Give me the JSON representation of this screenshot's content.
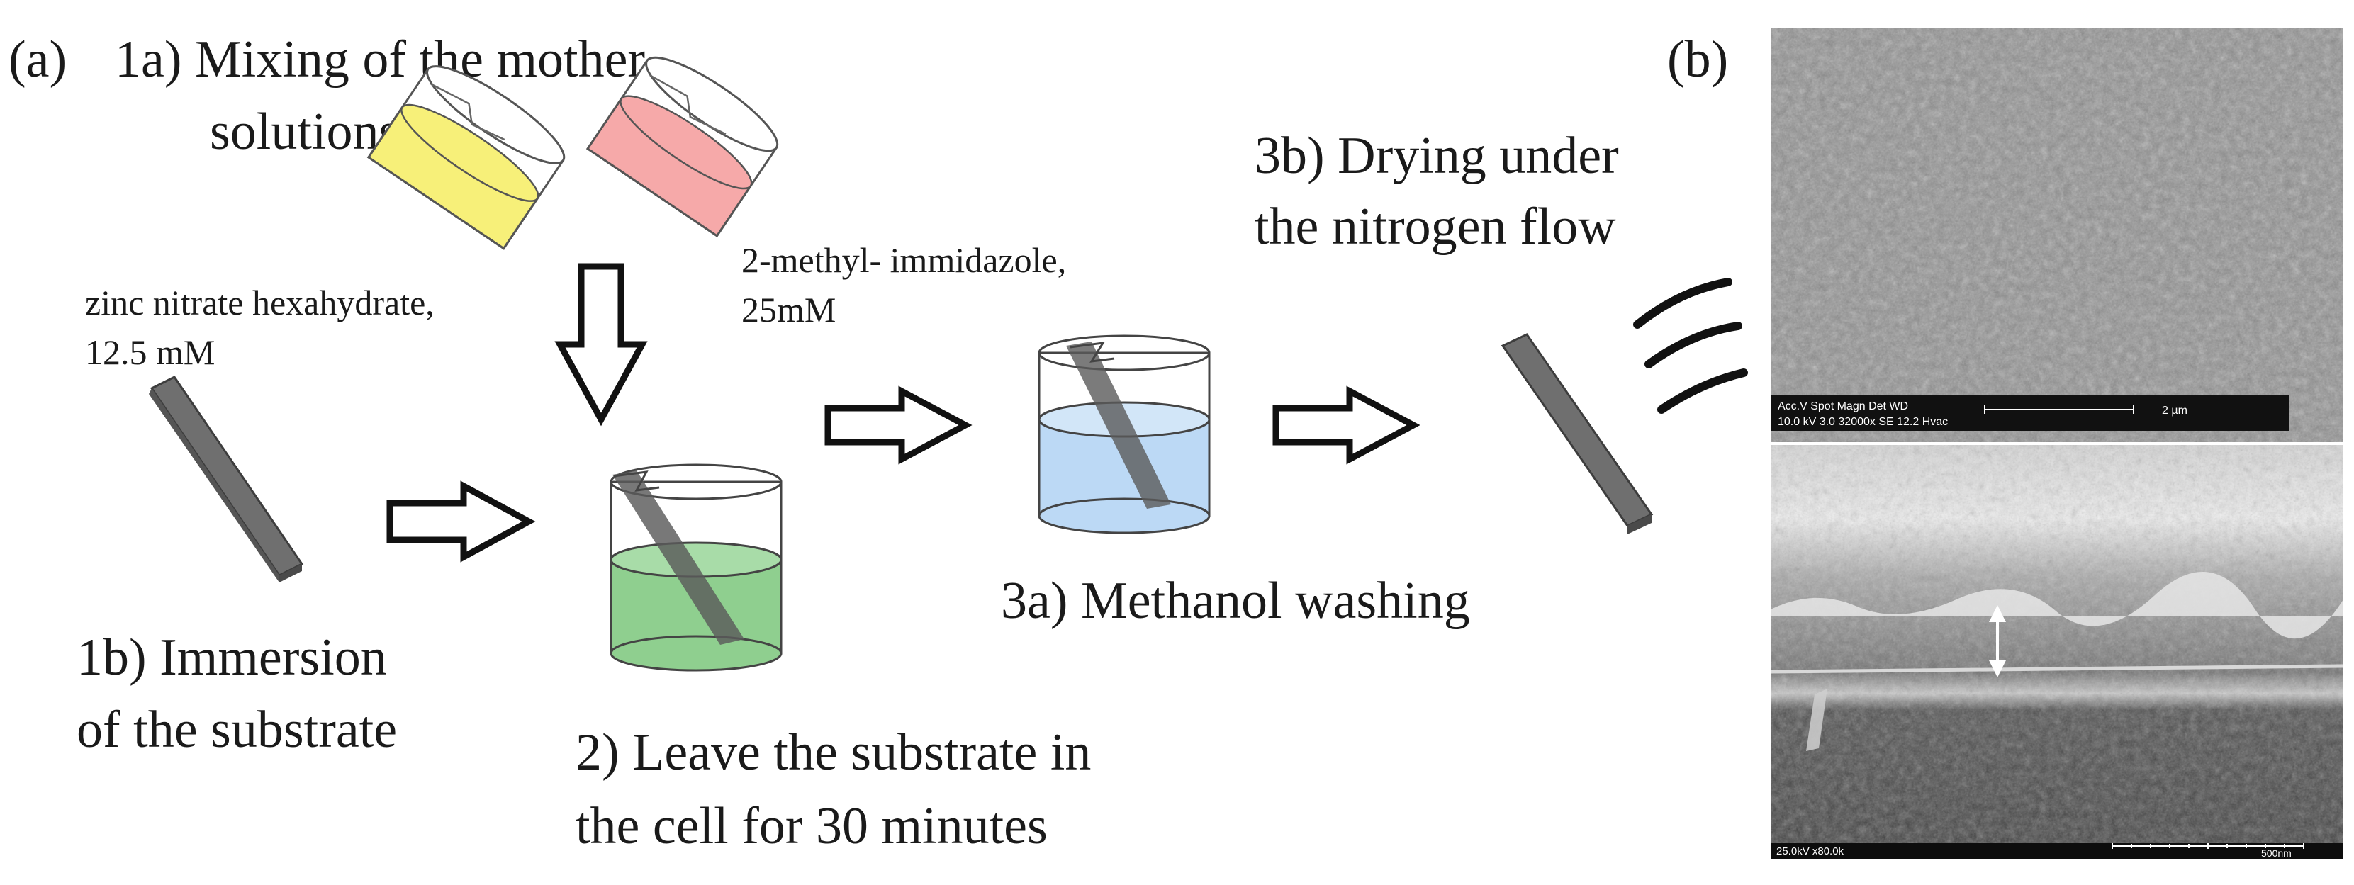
{
  "panel_a": {
    "label": "(a)",
    "step_1a": {
      "line1": "1a) Mixing of the mother",
      "line2": "solutions"
    },
    "reagent_zinc": {
      "line1": "zinc nitrate hexahydrate,",
      "line2": "12.5 mM"
    },
    "reagent_methyl": {
      "line1": "2-methyl- immidazole,",
      "line2": "25mM"
    },
    "step_1b": {
      "line1": "1b) Immersion",
      "line2": "of the substrate"
    },
    "step_2": {
      "line1": "2) Leave the substrate in",
      "line2": "the cell for 30 minutes"
    },
    "step_3a": {
      "line1": "3a) Methanol washing"
    },
    "step_3b": {
      "line1": "3b) Drying under",
      "line2": "the nitrogen flow"
    },
    "colors": {
      "zinc_solution": "#f7f079",
      "methyl_solution": "#f6a9a9",
      "growth_solution": "#8fcf8f",
      "methanol": "#bcd9f5",
      "substrate": "#6f6f6f"
    }
  },
  "panel_b": {
    "label": "(b)",
    "top_image": {
      "bar_line1": "Acc.V  Spot Magn    Det  WD",
      "bar_line2": "10.0 kV 3.0  32000x  SE  12.2  Hvac",
      "scale_label": "2 µm"
    },
    "bottom_image": {
      "left_label": "25.0kV x80.0k",
      "scale_label": "500nm"
    }
  }
}
